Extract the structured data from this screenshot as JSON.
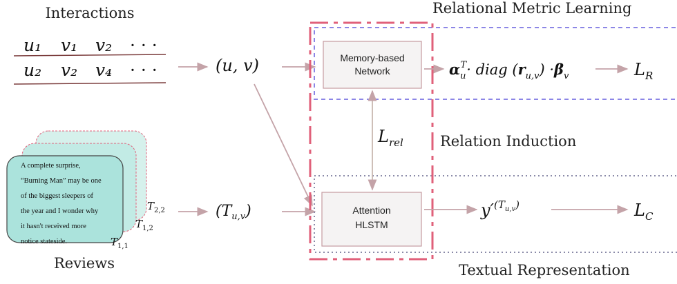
{
  "labels": {
    "interactions": "Interactions",
    "reviews": "Reviews",
    "relational_metric_learning": "Relational Metric Learning",
    "relation_induction": "Relation Induction",
    "textual_representation": "Textual Representation",
    "memory_network_line1": "Memory-based",
    "memory_network_line2": "Network",
    "attention_line1": "Attention",
    "attention_line2": "HLSTM"
  },
  "math": {
    "row1": [
      "u₁",
      "v₁",
      "v₂",
      "· · ·"
    ],
    "row2": [
      "u₂",
      "v₂",
      "v₄",
      "· · ·"
    ],
    "pair": "(u, v)",
    "text_pair": "(T",
    "text_pair_sub": "u,v",
    "text_pair_close": ")",
    "l_rel": "L",
    "l_rel_sub": "rel",
    "metric_expr": "α",
    "metric_u": "u",
    "metric_T": "T",
    "metric_mid": "· diag (",
    "metric_r": "r",
    "metric_r_sub": "u,v",
    "metric_close": ") ·",
    "metric_beta": "β",
    "metric_v": "v",
    "l_r": "L",
    "l_r_sub": "R",
    "y_prime": "y′",
    "y_sup": "(T",
    "y_sup_sub": "u,v",
    "y_sup_close": ")",
    "l_c": "L",
    "l_c_sub": "C"
  },
  "review": {
    "lines": [
      "A complete surprise,",
      "“Burning Man” may be one",
      "of the biggest sleepers of",
      "the year  and I wonder why",
      "it hasn't received more",
      "notice stateside."
    ],
    "t22": "T",
    "t22_sub": "2,2",
    "t12": "T",
    "t12_sub": "1,2",
    "t11": "T",
    "t11_sub": "1,1"
  },
  "colors": {
    "arrow": "#c4a3a8",
    "red_dash": "#e0607a",
    "blue_dash": "#8c86e6",
    "gray_dot": "#8a8aa8",
    "box_fill": "#f5f3f3",
    "box_stroke": "#c49aa0",
    "card_fill": "#abe3dc",
    "card_stroke": "#e0607a",
    "underline": "#7a3b3b"
  }
}
